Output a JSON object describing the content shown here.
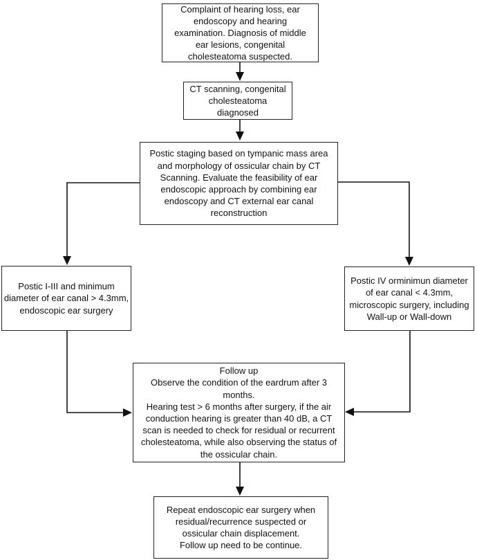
{
  "diagram": {
    "type": "flowchart",
    "topic": "Congenital cholesteatoma diagnosis and surgical decision pathway"
  },
  "colors": {
    "background": "#ffffff",
    "box_border": "#222222",
    "text": "#111111",
    "arrow": "#111111"
  },
  "boxes": {
    "complaint": {
      "text": "Complaint of hearing loss, ear endoscopy and hearing examination. Diagnosis of middle ear lesions, congenital cholesteatoma suspected."
    },
    "ct": {
      "text": "CT scanning, congenital cholesteatoma diagnosed"
    },
    "staging": {
      "text": "Postic staging based on tympanic mass area and morphology of ossicular chain by CT Scanning. Evaluate the feasibility of ear endoscopic approach by combining ear endoscopy and CT external ear canal reconstruction"
    },
    "left_branch": {
      "text": "Postic I-III and minimum diameter of ear canal > 4.3mm, endoscopic ear surgery"
    },
    "right_branch": {
      "text": "Postic IV orminimun diameter of ear canal < 4.3mm, microscopic surgery, including Wall-up or Wall-down"
    },
    "followup": {
      "lines": [
        "Follow up",
        "Observe the condition of the eardrum after 3 months.",
        "Hearing test > 6 months after surgery, if the air conduction hearing is greater than 40 dB, a CT scan is needed to check for residual or recurrent cholesteatoma, while also observing the status of the ossicular chain."
      ]
    },
    "repeat": {
      "lines": [
        "Repeat endoscopic ear surgery when residual/recurrence suspected or ossicular chain displacement.",
        "Follow up need to be continue."
      ]
    }
  }
}
